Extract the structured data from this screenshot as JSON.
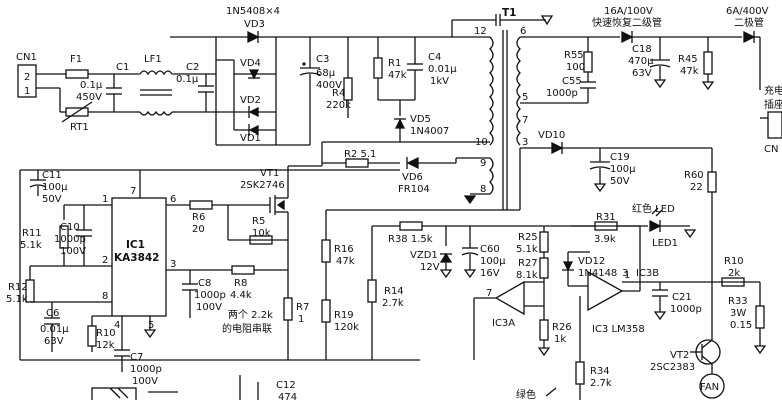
{
  "labels": [
    {
      "id": "cn1",
      "text": "CN1"
    },
    {
      "id": "cn1p2",
      "text": "2"
    },
    {
      "id": "cn1p1",
      "text": "1"
    },
    {
      "id": "f1",
      "text": "F1"
    },
    {
      "id": "c1a",
      "text": "C1"
    },
    {
      "id": "c1b",
      "text": "0.1μ"
    },
    {
      "id": "c1c",
      "text": "450V"
    },
    {
      "id": "rt1",
      "text": "RT1"
    },
    {
      "id": "lf1",
      "text": "LF1"
    },
    {
      "id": "c2a",
      "text": "C2"
    },
    {
      "id": "c2b",
      "text": "0.1μ"
    },
    {
      "id": "brg",
      "text": "1N5408×4"
    },
    {
      "id": "vd3",
      "text": "VD3"
    },
    {
      "id": "vd4",
      "text": "VD4"
    },
    {
      "id": "vd2",
      "text": "VD2"
    },
    {
      "id": "vd1",
      "text": "VD1"
    },
    {
      "id": "c3a",
      "text": "C3"
    },
    {
      "id": "c3b",
      "text": "68μ"
    },
    {
      "id": "c3c",
      "text": "400V"
    },
    {
      "id": "r4a",
      "text": "R4"
    },
    {
      "id": "r4b",
      "text": "220k"
    },
    {
      "id": "r1a",
      "text": "R1"
    },
    {
      "id": "r1b",
      "text": "47k"
    },
    {
      "id": "c4a",
      "text": "C4"
    },
    {
      "id": "c4b",
      "text": "0.01μ"
    },
    {
      "id": "c4c",
      "text": "1kV"
    },
    {
      "id": "vd5a",
      "text": "VD5"
    },
    {
      "id": "vd5b",
      "text": "1N4007"
    },
    {
      "id": "t1",
      "text": "T1"
    },
    {
      "id": "p12",
      "text": "12"
    },
    {
      "id": "p6",
      "text": "6"
    },
    {
      "id": "p5",
      "text": "5"
    },
    {
      "id": "p10",
      "text": "10"
    },
    {
      "id": "p3",
      "text": "3"
    },
    {
      "id": "p9",
      "text": "9"
    },
    {
      "id": "p8",
      "text": "8"
    },
    {
      "id": "p7",
      "text": "7"
    },
    {
      "id": "vd9a",
      "text": "16A/100V"
    },
    {
      "id": "vd9b",
      "text": "快速恢复二级管"
    },
    {
      "id": "vd7a",
      "text": "6A/400V"
    },
    {
      "id": "vd7b",
      "text": "二极管"
    },
    {
      "id": "r55a",
      "text": "R55"
    },
    {
      "id": "r55b",
      "text": "100"
    },
    {
      "id": "c55a",
      "text": "C55"
    },
    {
      "id": "c55b",
      "text": "1000p"
    },
    {
      "id": "c18a",
      "text": "C18"
    },
    {
      "id": "c18b",
      "text": "470μ"
    },
    {
      "id": "c18c",
      "text": "63V"
    },
    {
      "id": "r45a",
      "text": "R45"
    },
    {
      "id": "r45b",
      "text": "47k"
    },
    {
      "id": "charge1",
      "text": "充电"
    },
    {
      "id": "charge2",
      "text": "插座"
    },
    {
      "id": "cnr",
      "text": "CN"
    },
    {
      "id": "vd10",
      "text": "VD10"
    },
    {
      "id": "c19a",
      "text": "C19"
    },
    {
      "id": "c19b",
      "text": "100μ"
    },
    {
      "id": "c19c",
      "text": "50V"
    },
    {
      "id": "r60a",
      "text": "R60"
    },
    {
      "id": "r60b",
      "text": "22"
    },
    {
      "id": "r2",
      "text": "R2 5.1"
    },
    {
      "id": "vd6a",
      "text": "VD6"
    },
    {
      "id": "vd6b",
      "text": "FR104"
    },
    {
      "id": "vt1a",
      "text": "VT1"
    },
    {
      "id": "vt1b",
      "text": "2SK2746"
    },
    {
      "id": "c11a",
      "text": "C11"
    },
    {
      "id": "c11b",
      "text": "100μ"
    },
    {
      "id": "c11c",
      "text": "50V"
    },
    {
      "id": "c10a",
      "text": "C10"
    },
    {
      "id": "c10b",
      "text": "1000p"
    },
    {
      "id": "c10c",
      "text": "100V"
    },
    {
      "id": "r11a",
      "text": "R11"
    },
    {
      "id": "r11b",
      "text": "5.1k"
    },
    {
      "id": "ic1a",
      "text": "IC1"
    },
    {
      "id": "ic1b",
      "text": "KA3842"
    },
    {
      "id": "ip7",
      "text": "7"
    },
    {
      "id": "ip1",
      "text": "1"
    },
    {
      "id": "ip6",
      "text": "6"
    },
    {
      "id": "ip2",
      "text": "2"
    },
    {
      "id": "ip3",
      "text": "3"
    },
    {
      "id": "ip8",
      "text": "8"
    },
    {
      "id": "ip4",
      "text": "4"
    },
    {
      "id": "ip5",
      "text": "5"
    },
    {
      "id": "r6a",
      "text": "R6"
    },
    {
      "id": "r6b",
      "text": "20"
    },
    {
      "id": "r5a",
      "text": "R5"
    },
    {
      "id": "r5b",
      "text": "10k"
    },
    {
      "id": "r12a",
      "text": "R12"
    },
    {
      "id": "r12b",
      "text": "5.1k"
    },
    {
      "id": "c8a",
      "text": "C8"
    },
    {
      "id": "c8b",
      "text": "1000p"
    },
    {
      "id": "c8c",
      "text": "100V"
    },
    {
      "id": "r8a",
      "text": "R8"
    },
    {
      "id": "r8b",
      "text": "4.4k"
    },
    {
      "id": "r7a",
      "text": "R7"
    },
    {
      "id": "r7b",
      "text": "1"
    },
    {
      "id": "note1",
      "text": "两个 2.2k"
    },
    {
      "id": "note2",
      "text": "的电阻串联"
    },
    {
      "id": "c6a",
      "text": "C6"
    },
    {
      "id": "c6b",
      "text": "0.01μ"
    },
    {
      "id": "c6c",
      "text": "63V"
    },
    {
      "id": "r10a",
      "text": "R10"
    },
    {
      "id": "r10b",
      "text": "12k"
    },
    {
      "id": "c7a",
      "text": "C7"
    },
    {
      "id": "c7b",
      "text": "1000p"
    },
    {
      "id": "c7c",
      "text": "100V"
    },
    {
      "id": "c12a",
      "text": "C12"
    },
    {
      "id": "c12b",
      "text": "474"
    },
    {
      "id": "r16a",
      "text": "R16"
    },
    {
      "id": "r16b",
      "text": "47k"
    },
    {
      "id": "r19a",
      "text": "R19"
    },
    {
      "id": "r19b",
      "text": "120k"
    },
    {
      "id": "r14a",
      "text": "R14"
    },
    {
      "id": "r14b",
      "text": "2.7k"
    },
    {
      "id": "r38",
      "text": "R38 1.5k"
    },
    {
      "id": "vzd1a",
      "text": "VZD1"
    },
    {
      "id": "vzd1b",
      "text": "12V"
    },
    {
      "id": "c60a",
      "text": "C60"
    },
    {
      "id": "c60b",
      "text": "100μ"
    },
    {
      "id": "c60c",
      "text": "16V"
    },
    {
      "id": "r25a",
      "text": "R25"
    },
    {
      "id": "r25b",
      "text": "5.1k"
    },
    {
      "id": "r27a",
      "text": "R27"
    },
    {
      "id": "r27b",
      "text": "8.1k"
    },
    {
      "id": "vd12a",
      "text": "VD12"
    },
    {
      "id": "vd12b",
      "text": "1N4148"
    },
    {
      "id": "r31a",
      "text": "R31"
    },
    {
      "id": "r31b",
      "text": "3.9k"
    },
    {
      "id": "led1",
      "text": "红色 LED"
    },
    {
      "id": "led2",
      "text": "LED1"
    },
    {
      "id": "ic3b",
      "text": "IC3B"
    },
    {
      "id": "ic3a",
      "text": "IC3A"
    },
    {
      "id": "ic3",
      "text": "IC3 LM358"
    },
    {
      "id": "op7",
      "text": "7"
    },
    {
      "id": "op1",
      "text": "1"
    },
    {
      "id": "op3",
      "text": "3"
    },
    {
      "id": "c21a",
      "text": "C21"
    },
    {
      "id": "c21b",
      "text": "1000p"
    },
    {
      "id": "r26a",
      "text": "R26"
    },
    {
      "id": "r26b",
      "text": "1k"
    },
    {
      "id": "r34a",
      "text": "R34"
    },
    {
      "id": "r34b",
      "text": "2.7k"
    },
    {
      "id": "r10ra",
      "text": "R10"
    },
    {
      "id": "r10rb",
      "text": "2k"
    },
    {
      "id": "r33a",
      "text": "R33"
    },
    {
      "id": "r33b",
      "text": "3W"
    },
    {
      "id": "r33c",
      "text": "0.15"
    },
    {
      "id": "vt2a",
      "text": "VT2"
    },
    {
      "id": "vt2b",
      "text": "2SC2383"
    },
    {
      "id": "fan",
      "text": "FAN"
    },
    {
      "id": "green",
      "text": "绿色"
    }
  ]
}
